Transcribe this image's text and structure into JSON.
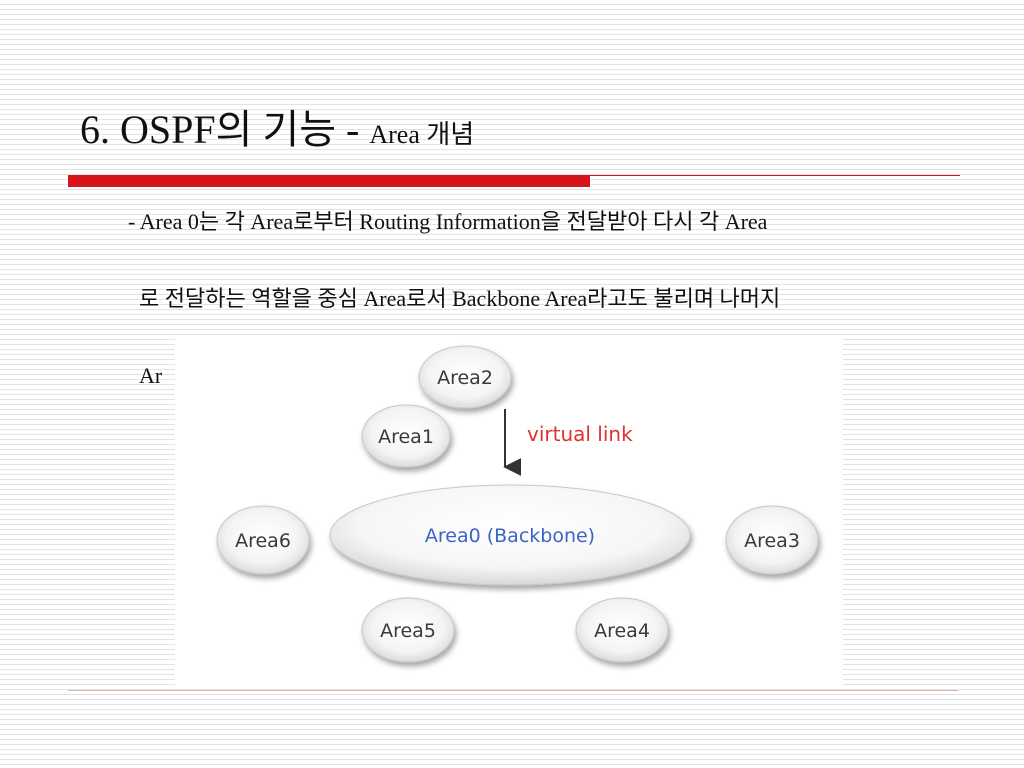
{
  "slide": {
    "title_main": "6. OSPF의 기능 - ",
    "title_sub": "Area 개념",
    "paragraphs": [
      "- Area 0는 각 Area로부터 Routing Information을 전달받아 다시 각 Area",
      "  로 전달하는 역할을 중심 Area로서 Backbone Area라고도 불리며 나머지",
      "  Ar"
    ]
  },
  "diagram": {
    "backbone": "Area0 (Backbone)",
    "areas": [
      "Area2",
      "Area1",
      "Area6",
      "Area3",
      "Area5",
      "Area4"
    ],
    "link_label": "virtual link"
  },
  "colors": {
    "accent_red": "#d8141b",
    "backbone_text": "#3b63c8",
    "link_text": "#e03030",
    "node_text": "#3a3a3a"
  }
}
